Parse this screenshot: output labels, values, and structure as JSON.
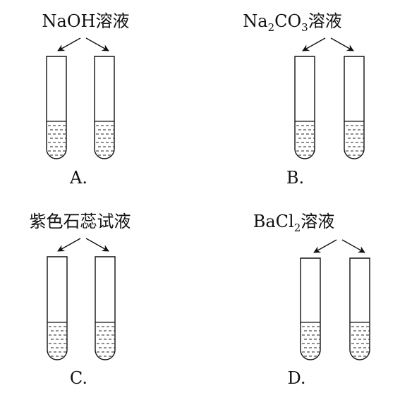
{
  "panels": [
    {
      "id": "A",
      "reagent_main": "NaOH溶液",
      "reagent_parts": null,
      "option_label": "A."
    },
    {
      "id": "B",
      "reagent_main": null,
      "reagent_parts": {
        "a": "Na",
        "sub1": "2",
        "b": "CO",
        "sub2": "3",
        "c": "溶液"
      },
      "option_label": "B."
    },
    {
      "id": "C",
      "reagent_main": "紫色石蕊试液",
      "reagent_parts": null,
      "option_label": "C."
    },
    {
      "id": "D",
      "reagent_main": null,
      "reagent_parts": {
        "a": "BaCl",
        "sub1": "2",
        "c": "溶液"
      },
      "option_label": "D."
    }
  ]
}
